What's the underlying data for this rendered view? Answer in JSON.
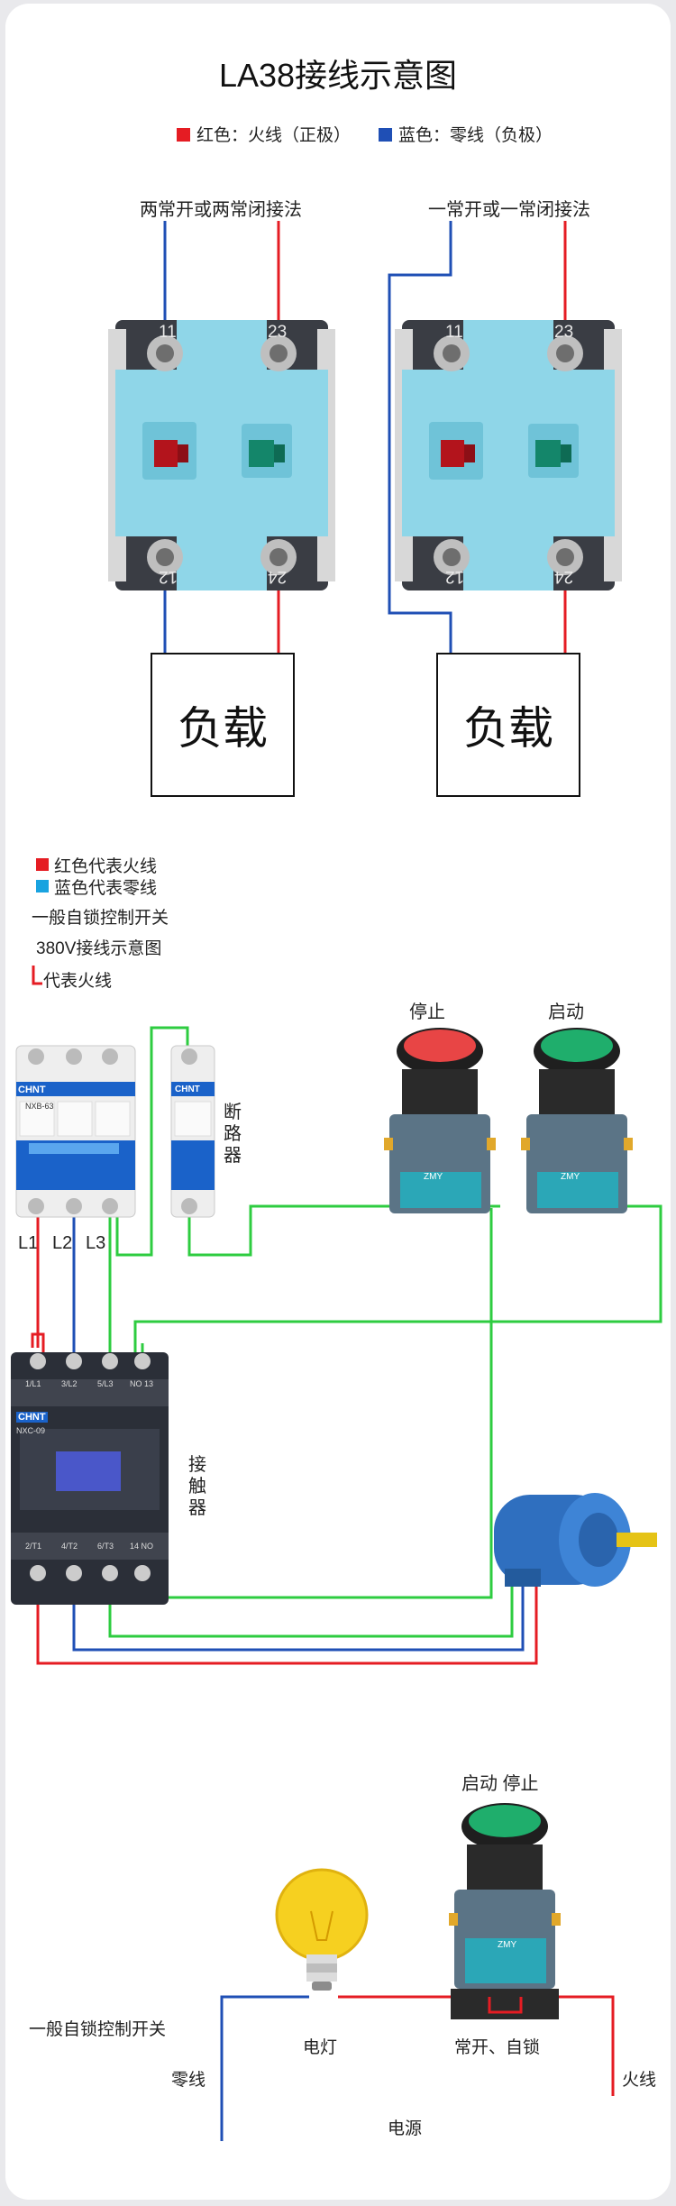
{
  "title": "LA38接线示意图",
  "legend": {
    "red": {
      "label": "红色：火线（正极）",
      "color": "#e51c23"
    },
    "blue": {
      "label": "蓝色：零线（负极）",
      "color": "#1f4fb5"
    }
  },
  "section1": {
    "left_label": "两常开或两常闭接法",
    "right_label": "一常开或一常闭接法",
    "terminal_numbers": [
      "11",
      "23",
      "12",
      "24"
    ],
    "load_label": "负载"
  },
  "section2": {
    "legend_red": "红色代表火线",
    "legend_blue": "蓝色代表零线",
    "line1": "一般自锁控制开关",
    "line2": "380V接线示意图",
    "line3": "代表火线",
    "stop_label": "停止",
    "start_label": "启动",
    "breaker_label": "断路器",
    "contactor_label": "接触器",
    "phase_labels": [
      "L1",
      "L2",
      "L3"
    ],
    "brand": "CHNT",
    "breaker_model": "NXB-63",
    "contactor_model": "NXC-09",
    "terminal_top": [
      "1/L1",
      "3/L2",
      "5/L3",
      "NO 13"
    ],
    "terminal_bottom": [
      "2/T1",
      "4/T2",
      "6/T3",
      "14 NO"
    ],
    "button_brand": "ZMY"
  },
  "section3": {
    "button_labels": "启动  停止",
    "side_label": "一般自锁控制开关",
    "lamp_label": "电灯",
    "switch_label": "常开、自锁",
    "neutral_label": "零线",
    "live_label": "火线",
    "source_label": "电源"
  },
  "colors": {
    "red": "#e51c23",
    "blue": "#1f4fb5",
    "green": "#2ecc40",
    "body_blue": "#7fd3e6",
    "dark": "#2b2f38"
  }
}
